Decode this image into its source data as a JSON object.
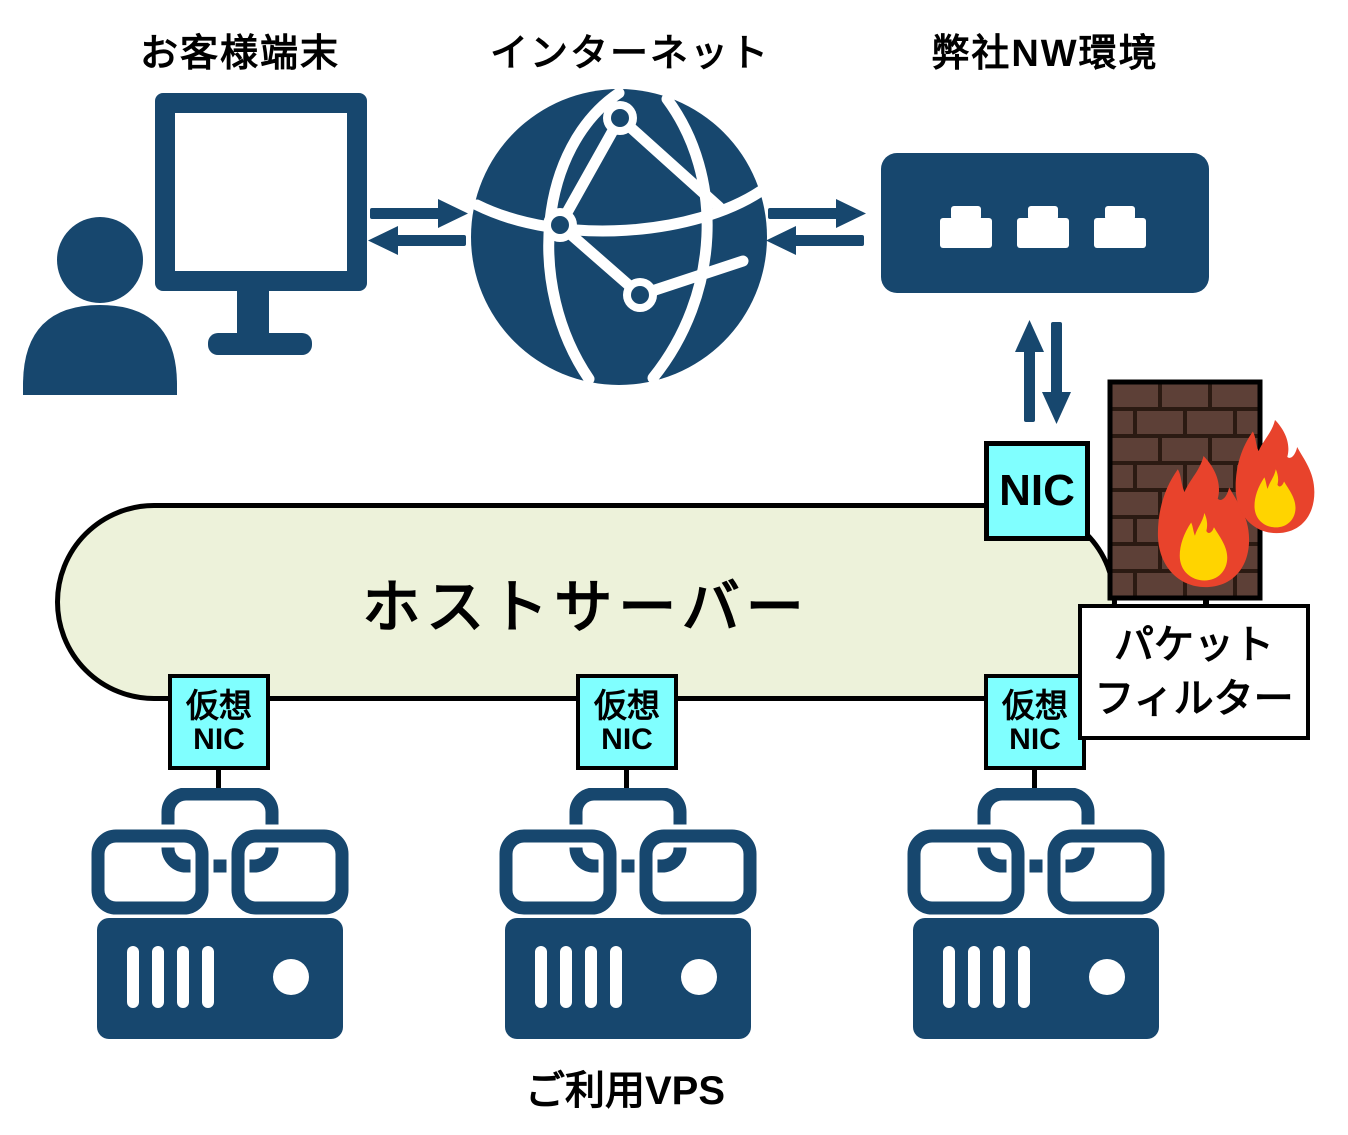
{
  "labels": {
    "customer_terminal": "お客様端末",
    "internet": "インターネット",
    "company_network": "弊社NW環境",
    "host_server": "ホストサーバー",
    "vps": "ご利用VPS"
  },
  "nic": {
    "label": "NIC"
  },
  "packet_filter": {
    "line1": "パケット",
    "line2": "フィルター"
  },
  "virtual_nics": [
    {
      "line1": "仮想",
      "line2": "NIC"
    },
    {
      "line1": "仮想",
      "line2": "NIC"
    },
    {
      "line1": "仮想",
      "line2": "NIC"
    }
  ],
  "colors": {
    "navy": "#17476e",
    "cyan": "#80ffff",
    "host_fill": "#edf2da",
    "brick": "#5d4037",
    "mortar": "#2b1a12",
    "flame_red": "#e8432c",
    "flame_yellow": "#ffd400"
  }
}
